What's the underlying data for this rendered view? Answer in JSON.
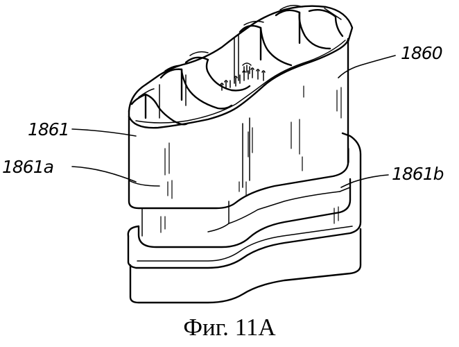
{
  "labels": {
    "ref_1860": "1860",
    "ref_1861": "1861",
    "ref_1861a": "1861a",
    "ref_1861b": "1861b"
  },
  "caption": "Фиг. 11А"
}
